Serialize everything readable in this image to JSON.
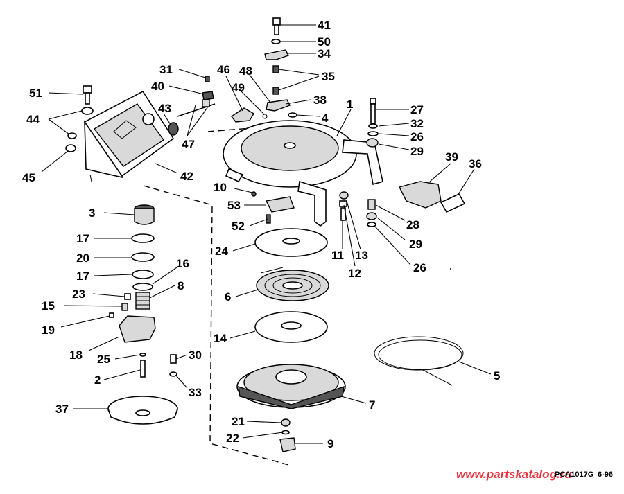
{
  "callouts": [
    {
      "id": "41",
      "label": "41"
    },
    {
      "id": "50",
      "label": "50"
    },
    {
      "id": "34",
      "label": "34"
    },
    {
      "id": "35",
      "label": "35"
    },
    {
      "id": "48",
      "label": "48"
    },
    {
      "id": "46",
      "label": "46"
    },
    {
      "id": "31",
      "label": "31"
    },
    {
      "id": "40",
      "label": "40"
    },
    {
      "id": "49",
      "label": "49"
    },
    {
      "id": "38",
      "label": "38"
    },
    {
      "id": "4",
      "label": "4"
    },
    {
      "id": "1",
      "label": "1"
    },
    {
      "id": "27",
      "label": "27"
    },
    {
      "id": "32",
      "label": "32"
    },
    {
      "id": "26a",
      "label": "26"
    },
    {
      "id": "29a",
      "label": "29"
    },
    {
      "id": "51",
      "label": "51"
    },
    {
      "id": "43",
      "label": "43"
    },
    {
      "id": "44",
      "label": "44"
    },
    {
      "id": "47",
      "label": "47"
    },
    {
      "id": "45",
      "label": "45"
    },
    {
      "id": "42",
      "label": "42"
    },
    {
      "id": "39",
      "label": "39"
    },
    {
      "id": "36",
      "label": "36"
    },
    {
      "id": "10",
      "label": "10"
    },
    {
      "id": "53",
      "label": "53"
    },
    {
      "id": "28",
      "label": "28"
    },
    {
      "id": "3",
      "label": "3"
    },
    {
      "id": "52",
      "label": "52"
    },
    {
      "id": "29b",
      "label": "29"
    },
    {
      "id": "17a",
      "label": "17"
    },
    {
      "id": "24",
      "label": "24"
    },
    {
      "id": "11",
      "label": "11"
    },
    {
      "id": "13",
      "label": "13"
    },
    {
      "id": "20",
      "label": "20"
    },
    {
      "id": "26b",
      "label": "26"
    },
    {
      "id": "12",
      "label": "12"
    },
    {
      "id": "16",
      "label": "16"
    },
    {
      "id": "17b",
      "label": "17"
    },
    {
      "id": "8",
      "label": "8"
    },
    {
      "id": "23",
      "label": "23"
    },
    {
      "id": "6",
      "label": "6"
    },
    {
      "id": "15",
      "label": "15"
    },
    {
      "id": "19",
      "label": "19"
    },
    {
      "id": "14",
      "label": "14"
    },
    {
      "id": "18",
      "label": "18"
    },
    {
      "id": "5",
      "label": "5"
    },
    {
      "id": "30",
      "label": "30"
    },
    {
      "id": "25",
      "label": "25"
    },
    {
      "id": "2",
      "label": "2"
    },
    {
      "id": "33",
      "label": "33"
    },
    {
      "id": "7",
      "label": "7"
    },
    {
      "id": "37",
      "label": "37"
    },
    {
      "id": "21",
      "label": "21"
    },
    {
      "id": "22",
      "label": "22"
    },
    {
      "id": "9",
      "label": "9"
    }
  ],
  "footer": {
    "drawing_code": "PCA1017G",
    "date_code": "6-96",
    "watermark": "www.partskatalog.ru"
  }
}
